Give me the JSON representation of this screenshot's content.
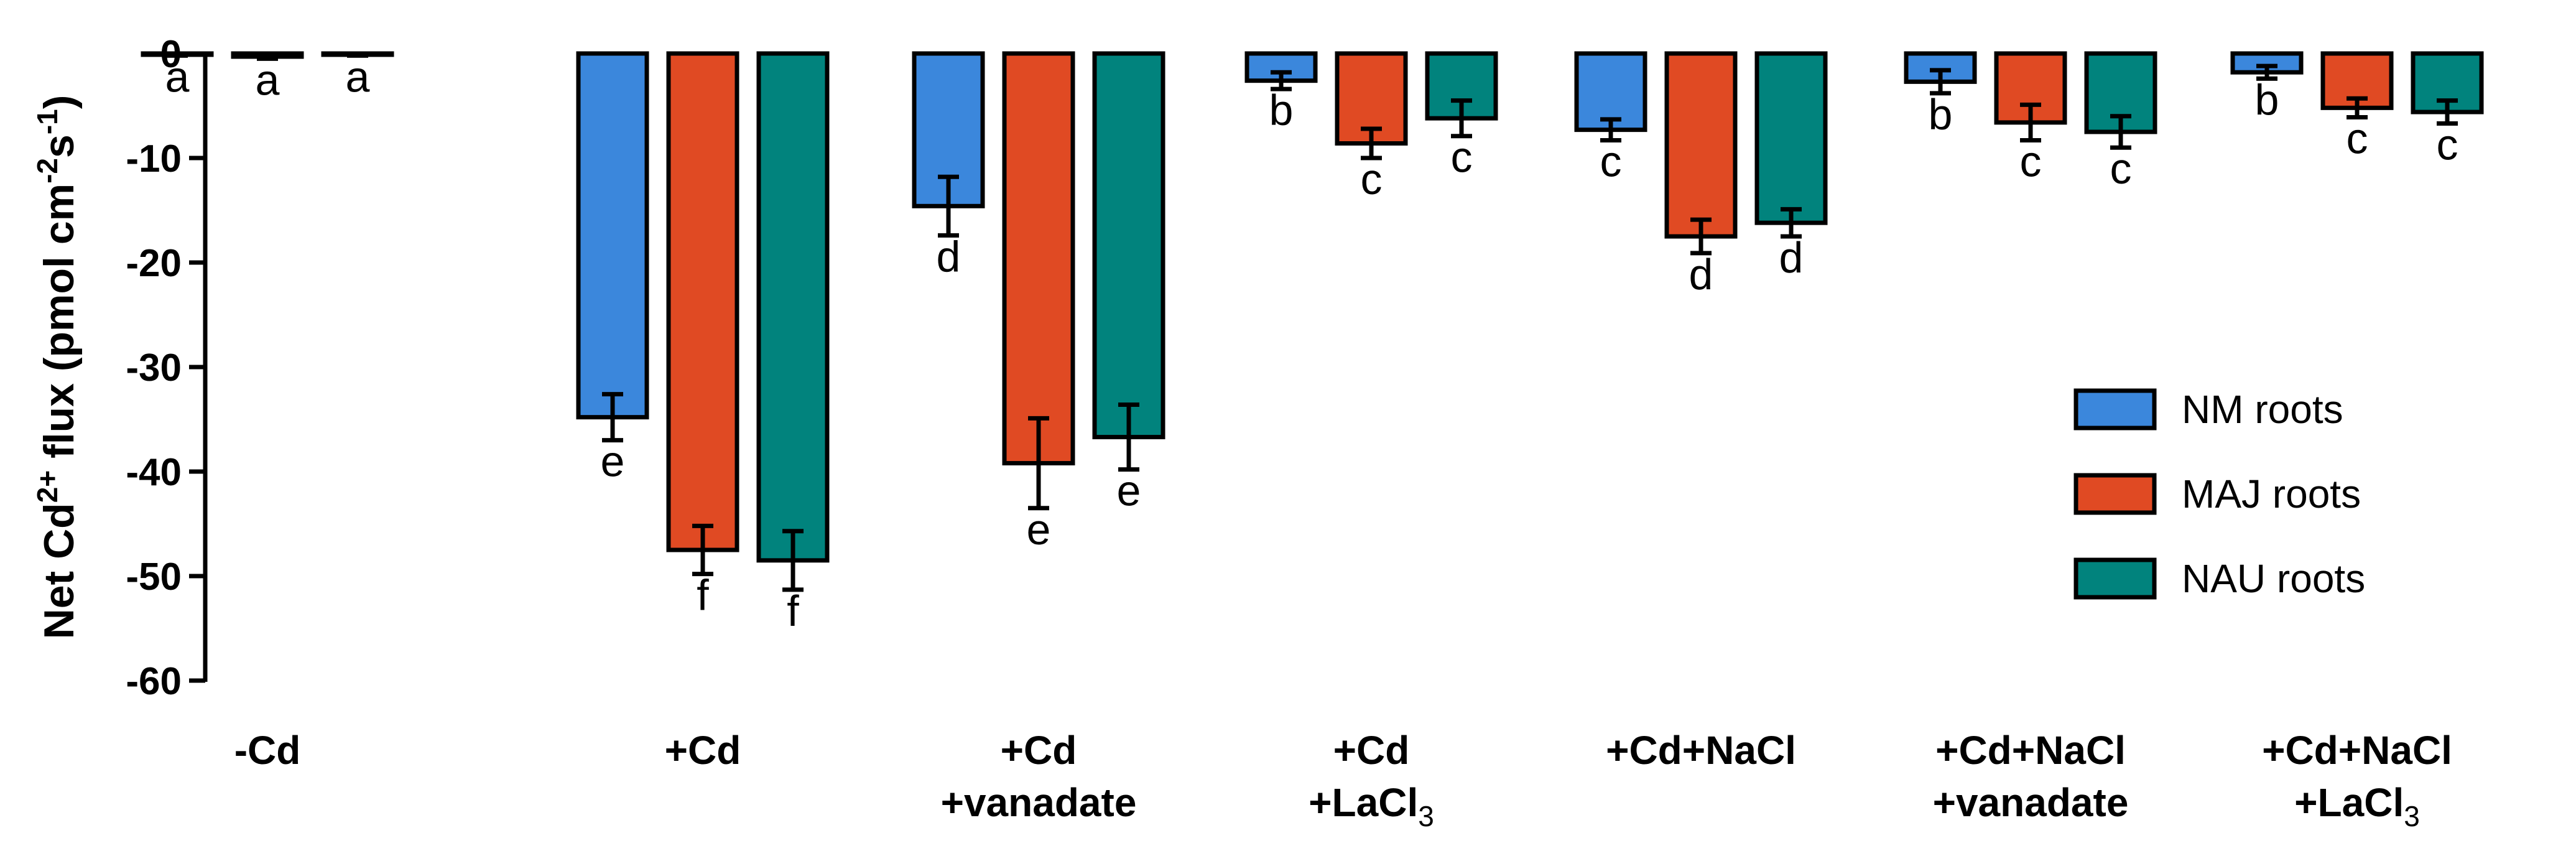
{
  "chart_data": {
    "type": "bar",
    "ylabel": {
      "prefix": "Net Cd",
      "sup1": "2+",
      "middle": " flux (pmol cm",
      "sup2": "-2",
      "mid2": "s",
      "sup3": "-1",
      "suffix": ")"
    },
    "ylim": [
      -60,
      0
    ],
    "yticks": [
      0,
      -10,
      -20,
      -30,
      -40,
      -50,
      -60
    ],
    "categories": [
      {
        "lines": [
          {
            "text": "-Cd"
          }
        ]
      },
      {
        "lines": [
          {
            "text": "+Cd"
          }
        ]
      },
      {
        "lines": [
          {
            "text": "+Cd"
          },
          {
            "text": "+vanadate"
          }
        ]
      },
      {
        "lines": [
          {
            "text": "+Cd"
          },
          {
            "text": "+LaCl",
            "sub": "3"
          }
        ]
      },
      {
        "lines": [
          {
            "text": "+Cd+NaCl"
          }
        ]
      },
      {
        "lines": [
          {
            "text": "+Cd+NaCl"
          },
          {
            "text": "+vanadate"
          }
        ]
      },
      {
        "lines": [
          {
            "text": "+Cd+NaCl"
          },
          {
            "text": "+LaCl",
            "sub": "3"
          }
        ]
      }
    ],
    "series": [
      {
        "name": "NM roots",
        "color": "#3b87dc",
        "values": [
          -0.1,
          -34.8,
          -14.6,
          -2.6,
          -7.3,
          -2.7,
          -1.8
        ],
        "errors": [
          0.1,
          2.2,
          2.8,
          0.8,
          1.0,
          1.1,
          0.6
        ],
        "letters": [
          "a",
          "e",
          "d",
          "b",
          "c",
          "b",
          "b"
        ]
      },
      {
        "name": "MAJ roots",
        "color": "#e04a23",
        "values": [
          -0.3,
          -47.5,
          -39.2,
          -8.6,
          -17.5,
          -6.6,
          -5.2
        ],
        "errors": [
          0.2,
          2.3,
          4.3,
          1.4,
          1.6,
          1.7,
          0.9
        ],
        "letters": [
          "a",
          "f",
          "e",
          "c",
          "d",
          "c",
          "c"
        ]
      },
      {
        "name": "NAU roots",
        "color": "#01837d",
        "values": [
          -0.1,
          -48.5,
          -36.7,
          -6.2,
          -16.2,
          -7.5,
          -5.6
        ],
        "errors": [
          0.1,
          2.8,
          3.1,
          1.7,
          1.3,
          1.5,
          1.1
        ],
        "letters": [
          "a",
          "f",
          "e",
          "c",
          "d",
          "c",
          "c"
        ]
      }
    ],
    "legend_position": "right"
  }
}
